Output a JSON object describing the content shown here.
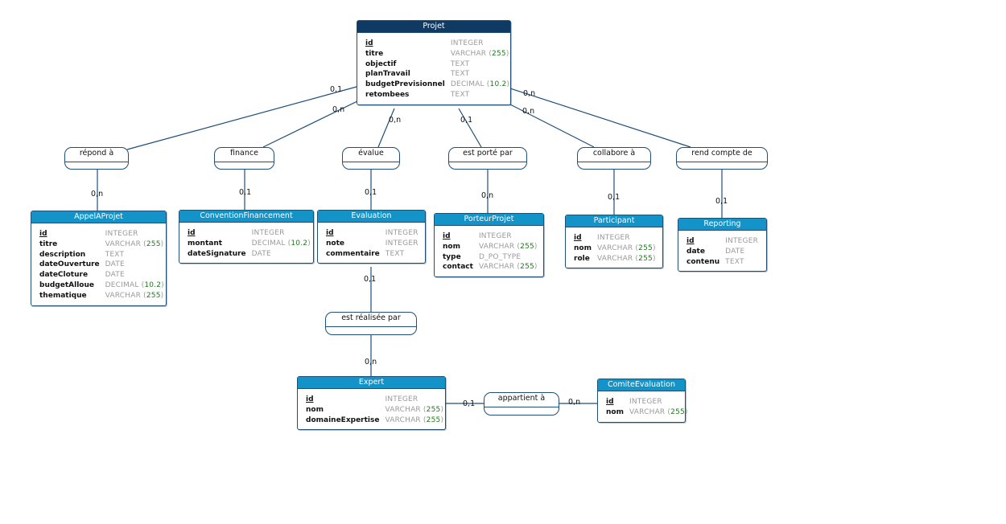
{
  "entities": {
    "projet": {
      "title": "Projet",
      "rows": [
        {
          "name": "id",
          "type": "INTEGER",
          "pk": true
        },
        {
          "name": "titre",
          "type": "VARCHAR (",
          "num": "255",
          "after": ")"
        },
        {
          "name": "objectif",
          "type": "TEXT"
        },
        {
          "name": "planTravail",
          "type": "TEXT"
        },
        {
          "name": "budgetPrevisionnel",
          "type": "DECIMAL (",
          "num": "10.2",
          "after": ")"
        },
        {
          "name": "retombees",
          "type": "TEXT"
        }
      ]
    },
    "appelaprojet": {
      "title": "AppelAProjet",
      "rows": [
        {
          "name": "id",
          "type": "INTEGER",
          "pk": true
        },
        {
          "name": "titre",
          "type": "VARCHAR (",
          "num": "255",
          "after": ")"
        },
        {
          "name": "description",
          "type": "TEXT"
        },
        {
          "name": "dateOuverture",
          "type": "DATE"
        },
        {
          "name": "dateCloture",
          "type": "DATE"
        },
        {
          "name": "budgetAlloue",
          "type": "DECIMAL (",
          "num": "10.2",
          "after": ")"
        },
        {
          "name": "thematique",
          "type": "VARCHAR (",
          "num": "255",
          "after": ")"
        }
      ]
    },
    "convention": {
      "title": "ConventionFinancement",
      "rows": [
        {
          "name": "id",
          "type": "INTEGER",
          "pk": true
        },
        {
          "name": "montant",
          "type": "DECIMAL (",
          "num": "10.2",
          "after": ")"
        },
        {
          "name": "dateSignature",
          "type": "DATE"
        }
      ]
    },
    "evaluation": {
      "title": "Evaluation",
      "rows": [
        {
          "name": "id",
          "type": "INTEGER",
          "pk": true
        },
        {
          "name": "note",
          "type": "INTEGER"
        },
        {
          "name": "commentaire",
          "type": "TEXT"
        }
      ]
    },
    "porteur": {
      "title": "PorteurProjet",
      "rows": [
        {
          "name": "id",
          "type": "INTEGER",
          "pk": true
        },
        {
          "name": "nom",
          "type": "VARCHAR (",
          "num": "255",
          "after": ")"
        },
        {
          "name": "type",
          "type": "D_PO_TYPE"
        },
        {
          "name": "contact",
          "type": "VARCHAR (",
          "num": "255",
          "after": ")"
        }
      ]
    },
    "participant": {
      "title": "Participant",
      "rows": [
        {
          "name": "id",
          "type": "INTEGER",
          "pk": true
        },
        {
          "name": "nom",
          "type": "VARCHAR (",
          "num": "255",
          "after": ")"
        },
        {
          "name": "role",
          "type": "VARCHAR (",
          "num": "255",
          "after": ")"
        }
      ]
    },
    "reporting": {
      "title": "Reporting",
      "rows": [
        {
          "name": "id",
          "type": "INTEGER",
          "pk": true
        },
        {
          "name": "date",
          "type": "DATE"
        },
        {
          "name": "contenu",
          "type": "TEXT"
        }
      ]
    },
    "expert": {
      "title": "Expert",
      "rows": [
        {
          "name": "id",
          "type": "INTEGER",
          "pk": true
        },
        {
          "name": "nom",
          "type": "VARCHAR (",
          "num": "255",
          "after": ")"
        },
        {
          "name": "domaineExpertise",
          "type": "VARCHAR (",
          "num": "255",
          "after": ")"
        }
      ]
    },
    "comite": {
      "title": "ComiteEvaluation",
      "rows": [
        {
          "name": "id",
          "type": "INTEGER",
          "pk": true
        },
        {
          "name": "nom",
          "type": "VARCHAR (",
          "num": "255",
          "after": ")"
        }
      ]
    }
  },
  "relations": {
    "repond": "répond à",
    "finance": "finance",
    "evalue": "évalue",
    "porte": "est porté par",
    "collabore": "collabore à",
    "rend": "rend compte de",
    "realisee": "est réalisée par",
    "appartient": "appartient à"
  },
  "cardinalities": {
    "repond_top": "0,1",
    "repond_bottom": "0,n",
    "finance_top": "0,n",
    "finance_bottom": "0,1",
    "evalue_top": "0,n",
    "evalue_bottom": "0,1",
    "porte_top": "0,1",
    "porte_bottom": "0,n",
    "collabore_top": "0,n",
    "collabore_bottom": "0,1",
    "rend_top": "0,n",
    "rend_bottom": "0,1",
    "realisee_top": "0,1",
    "realisee_bottom": "0,n",
    "appartient_left": "0,1",
    "appartient_right": "0,n"
  },
  "colors": {
    "header_main": "#0f3a64",
    "header": "#1493c8",
    "border": "#1f4e79",
    "type_text": "#9a9a9a",
    "number_text": "#1d7a1d"
  }
}
